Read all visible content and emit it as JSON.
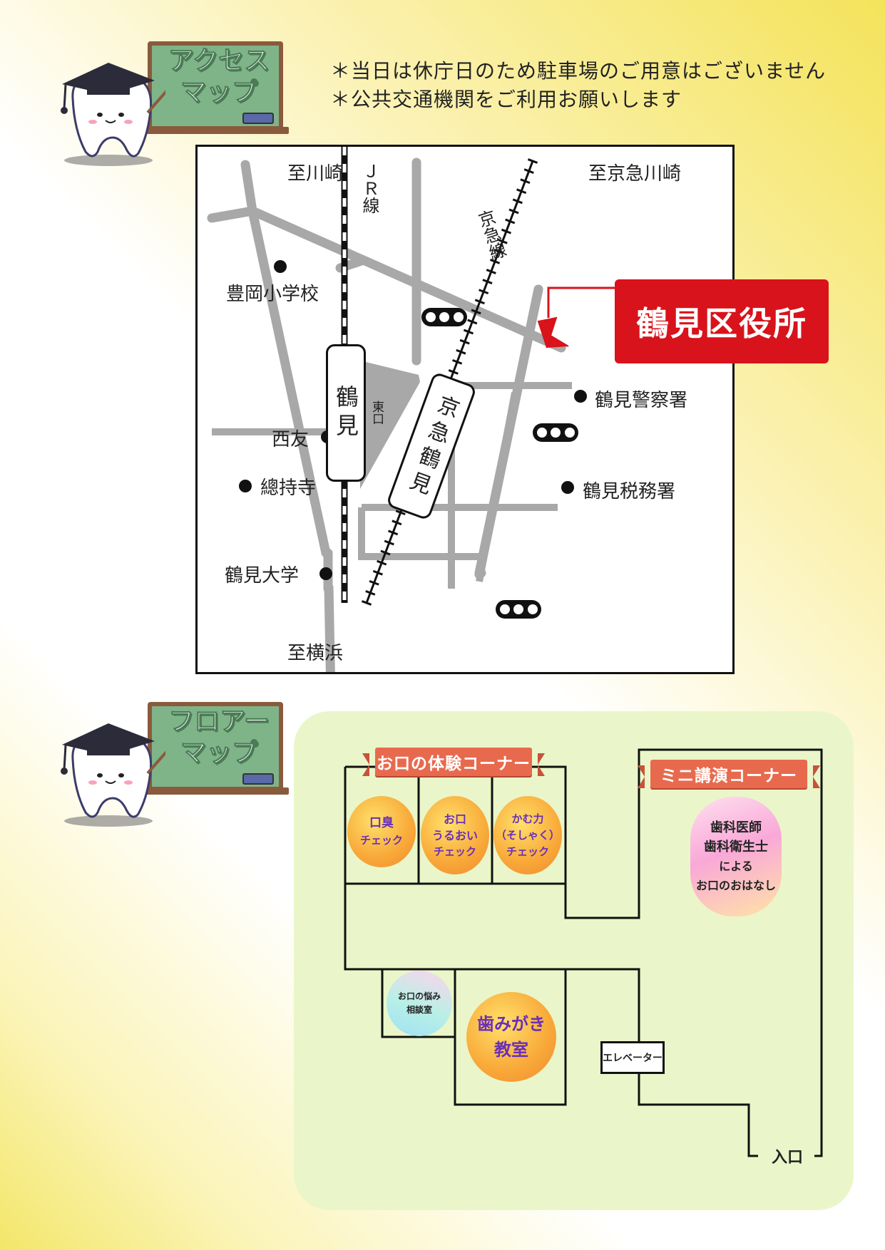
{
  "access_sign": {
    "line1": "アクセス",
    "line2": "マップ"
  },
  "floor_sign": {
    "line1": "フロアー",
    "line2": "マップ"
  },
  "notes": [
    "＊当日は休庁日のため駐車場のご用意はございません",
    "＊公共交通機関をご利用お願いします"
  ],
  "map": {
    "to_kawasaki": "至川崎",
    "jr_line": "ＪＲ線",
    "to_keikyu_kawasaki": "至京急川崎",
    "keikyu_line": "京急線",
    "toyooka_school": "豊岡小学校",
    "ward_office": "鶴見区役所",
    "police": "鶴見警察署",
    "tax_office": "鶴見税務署",
    "nishitomo": "西友",
    "soujiji": "總持寺",
    "tsurumi_univ": "鶴見大学",
    "to_yokohama": "至横浜",
    "tsurumi_station": "鶴見",
    "east_exit": "東口",
    "keikyu_tsurumi": "京急鶴見"
  },
  "floor": {
    "corner_experience": "お口の体験コーナー",
    "corner_lecture": "ミニ講演コーナー",
    "breath_check_1": "口臭",
    "breath_check_2": "チェック",
    "moist_1": "お口",
    "moist_2": "うるおい",
    "moist_3": "チェック",
    "chew_1": "かむ力",
    "chew_2": "（そしゃく）",
    "chew_3": "チェック",
    "talk_1": "歯科医師",
    "talk_2": "歯科衛生士",
    "talk_3": "による",
    "talk_4": "お口のおはなし",
    "consult_1": "お口の悩み",
    "consult_2": "相談室",
    "brushing_1": "歯みがき",
    "brushing_2": "教室",
    "elevator": "エレベーター",
    "entrance": "入口"
  }
}
